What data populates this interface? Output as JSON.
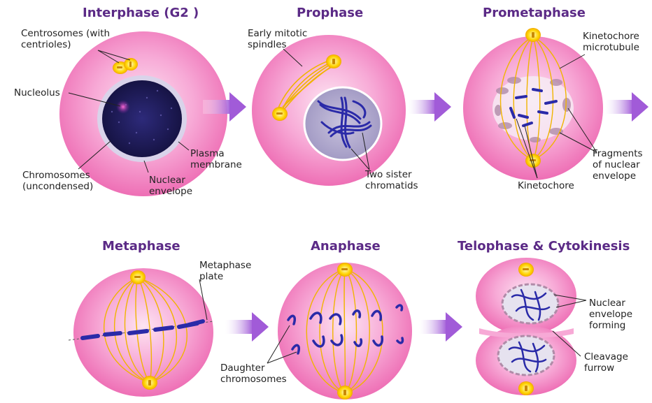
{
  "phases": {
    "interphase": {
      "title": "Interphase (G2 )",
      "centrosomes_label": [
        "Centrosomes (with",
        "centrioles)"
      ],
      "nucleolus_label": "Nucleolus",
      "chromosomes_label": [
        "Chromosomes",
        "(uncondensed)"
      ],
      "plasma_membrane_label": [
        "Plasma",
        "membrane"
      ],
      "nuclear_envelope_label": [
        "Nuclear",
        "envelope"
      ]
    },
    "prophase": {
      "title": "Prophase",
      "spindles_label": [
        "Early mitotic",
        "spindles"
      ],
      "chromatids_label": [
        "Two sister",
        "chromatids"
      ]
    },
    "prometaphase": {
      "title": "Prometaphase",
      "kt_microtubule_label": [
        "Kinetochore",
        "microtubule"
      ],
      "fragments_label": [
        "Fragments",
        "of nuclear",
        "envelope"
      ],
      "kinetochore_label": "Kinetochore"
    },
    "metaphase": {
      "title": "Metaphase",
      "plate_label": [
        "Metaphase",
        "plate"
      ]
    },
    "anaphase": {
      "title": "Anaphase",
      "daughter_label": [
        "Daughter",
        "chromosomes"
      ]
    },
    "telophase": {
      "title": "Telophase & Cytokinesis",
      "forming_label": [
        "Nuclear",
        "envelope",
        "forming"
      ],
      "furrow_label": [
        "Cleavage",
        "furrow"
      ]
    }
  },
  "colors": {
    "cell": "#f27bbd",
    "cell_inner": "#fcd6ec",
    "spindle": "#f0b400",
    "chromosome": "#2a2aa8",
    "nucleus_dark": "#1e1a5e",
    "arrow": "#a15bd8",
    "title": "#5b2a86"
  },
  "icons": [
    "centrosome-icon",
    "arrow-right-icon"
  ]
}
